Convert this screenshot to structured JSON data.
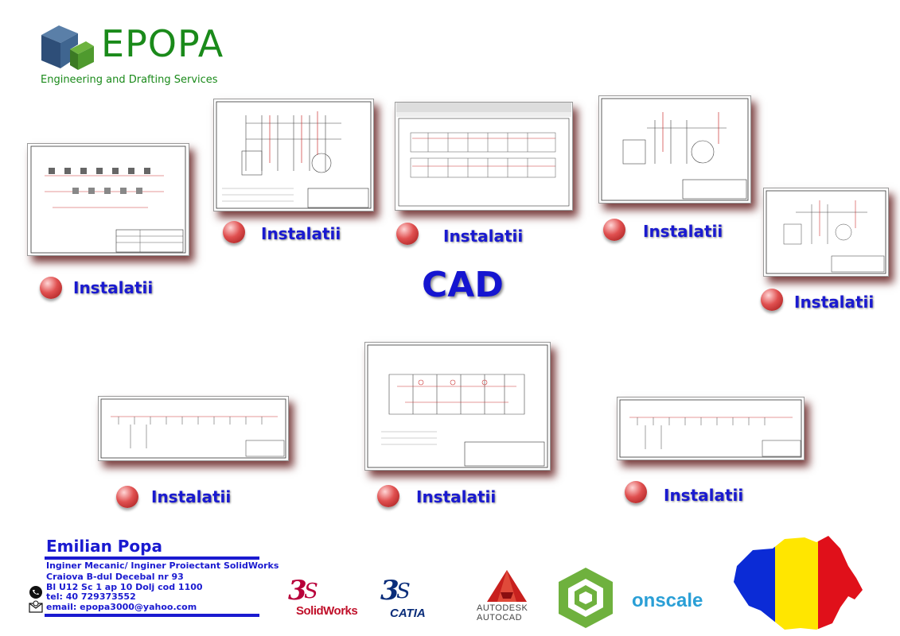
{
  "header": {
    "brand": "EPOPA",
    "tagline": "Engineering and Drafting Services"
  },
  "center_title": "CAD",
  "gallery": {
    "items": [
      {
        "label": "Instalatii"
      },
      {
        "label": "Instalatii"
      },
      {
        "label": "Instalatii"
      },
      {
        "label": "Instalatii"
      },
      {
        "label": "Instalatii"
      },
      {
        "label": "Instalatii"
      },
      {
        "label": "Instalatii"
      },
      {
        "label": "Instalatii"
      }
    ]
  },
  "contact": {
    "name": "Emilian Popa",
    "title": "Inginer Mecanic/ Inginer Proiectant SolidWorks",
    "address1": "Craiova B-dul Decebal nr 93",
    "address2": "Bl U12 Sc 1 ap 10 Dolj cod 1100",
    "phone": "tel: 40 729373552",
    "email": "email: epopa3000@yahoo.com"
  },
  "software": {
    "solidworks": "SolidWorks",
    "catia": "CATIA",
    "autodesk1": "AUTODESK",
    "autodesk2": "AUTOCAD",
    "onscale": "onscale"
  },
  "colors": {
    "brand_green": "#1a8a1a",
    "label_blue": "#1a1ad0",
    "flag_blue": "#0b2bd6",
    "flag_yellow": "#ffe600",
    "flag_red": "#e0101a"
  }
}
